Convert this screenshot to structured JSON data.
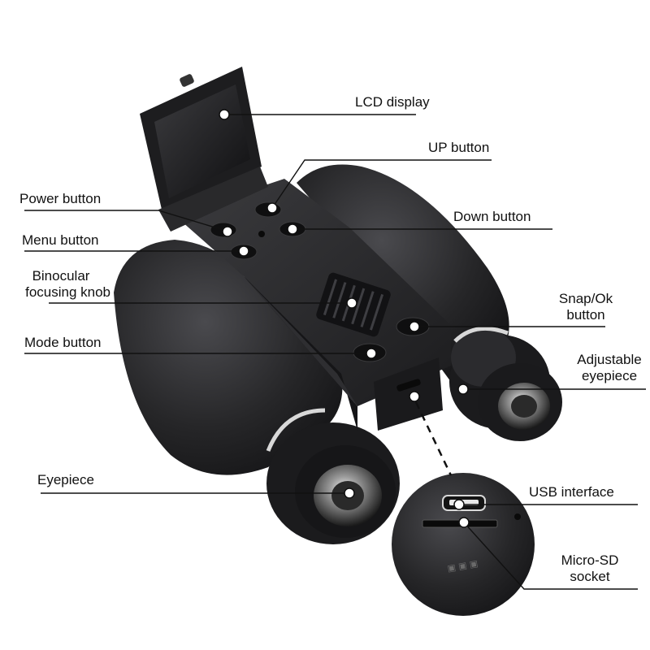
{
  "callouts": [
    {
      "id": "lcd-display",
      "lines": [
        "LCD display"
      ]
    },
    {
      "id": "up-button",
      "lines": [
        "UP button"
      ]
    },
    {
      "id": "power-button",
      "lines": [
        "Power button"
      ]
    },
    {
      "id": "down-button",
      "lines": [
        "Down button"
      ]
    },
    {
      "id": "menu-button",
      "lines": [
        "Menu button"
      ]
    },
    {
      "id": "focusing-knob",
      "lines": [
        "Binocular",
        "focusing knob"
      ]
    },
    {
      "id": "snap-ok-button",
      "lines": [
        "Snap/Ok",
        "button"
      ]
    },
    {
      "id": "mode-button",
      "lines": [
        "Mode button"
      ]
    },
    {
      "id": "adjustable-eyepiece",
      "lines": [
        "Adjustable",
        "eyepiece"
      ]
    },
    {
      "id": "eyepiece",
      "lines": [
        "Eyepiece"
      ]
    },
    {
      "id": "usb-interface",
      "lines": [
        "USB interface"
      ]
    },
    {
      "id": "micro-sd-socket",
      "lines": [
        "Micro-SD",
        "socket"
      ]
    }
  ],
  "colors": {
    "body": "#1e1e20",
    "body_light": "#3a3a3d",
    "line": "#111111",
    "marker": "#ffffff"
  },
  "icons": [
    "binocular-camera",
    "usb-port-icon",
    "micro-sd-slot-icon"
  ]
}
